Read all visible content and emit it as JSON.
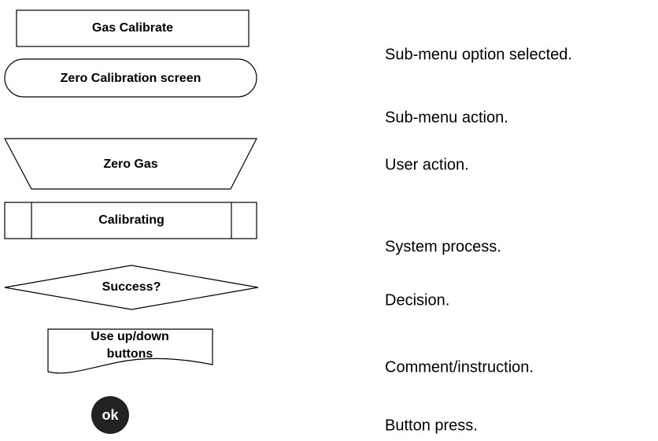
{
  "legend": {
    "items": [
      {
        "symbol": "rectangle",
        "label": "Gas Calibrate",
        "description": "Sub-menu option selected."
      },
      {
        "symbol": "rounded-rectangle",
        "label": "Zero Calibration screen",
        "description": "Sub-menu action."
      },
      {
        "symbol": "trapezoid",
        "label": "Zero Gas",
        "description": "User action."
      },
      {
        "symbol": "predefined-process",
        "label": "Calibrating",
        "description": "System process."
      },
      {
        "symbol": "diamond",
        "label": "Success?",
        "description": "Decision."
      },
      {
        "symbol": "document",
        "label_line1": "Use up/down",
        "label_line2": "buttons",
        "description": "Comment/instruction."
      },
      {
        "symbol": "button-icon",
        "label": "ok",
        "description": "Button press."
      }
    ]
  }
}
